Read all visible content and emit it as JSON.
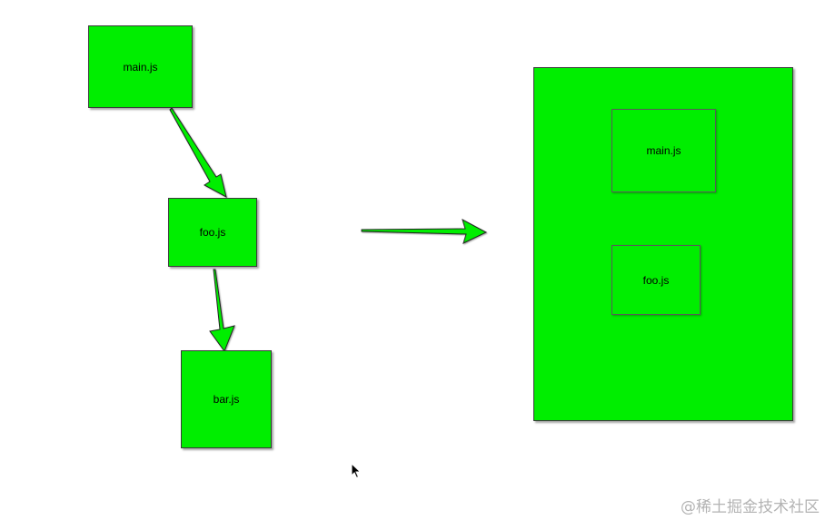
{
  "diagram": {
    "left_nodes": {
      "main": "main.js",
      "foo": "foo.js",
      "bar": "bar.js"
    },
    "bundle": {
      "inner_main": "main.js",
      "inner_foo": "foo.js"
    },
    "colors": {
      "node_fill": "#00ee00",
      "border": "#3a3a3a"
    }
  },
  "watermark": "@稀土掘金技术社区"
}
